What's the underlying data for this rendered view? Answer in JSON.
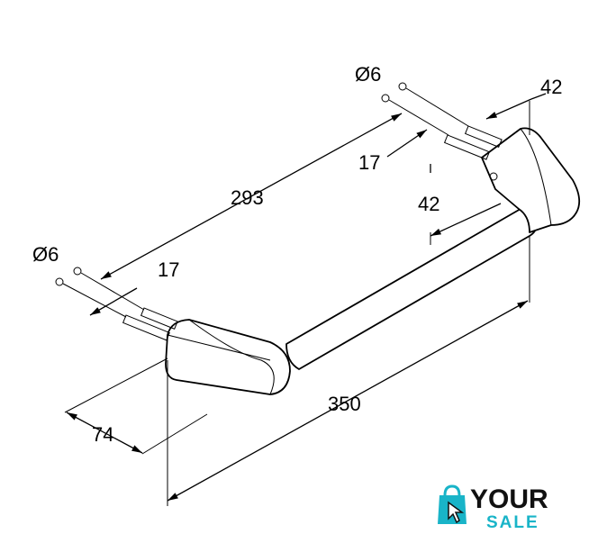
{
  "dimensions": {
    "overall_length": "350",
    "hole_spacing": "293",
    "depth": "74",
    "end_height": "42",
    "end_width": "42",
    "screw_diameter_left": "Ø6",
    "screw_diameter_right": "Ø6",
    "screw_length_left": "17",
    "screw_length_right": "17"
  },
  "logo": {
    "word_1": "YOUR",
    "word_2": "SALE",
    "accent_color": "#19b4c8",
    "icon": "shopping-bag-cursor-icon"
  }
}
